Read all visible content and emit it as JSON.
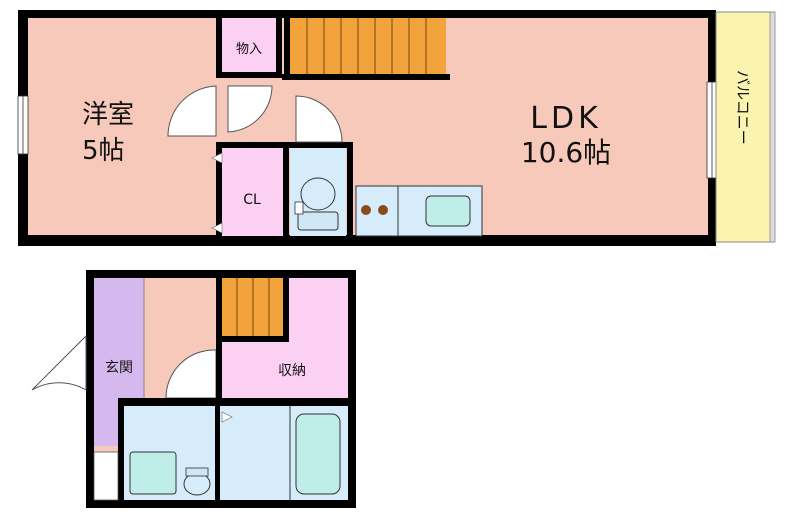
{
  "floor_upper": {
    "western_room": {
      "name": "洋室",
      "size": "5帖"
    },
    "storage": "物入",
    "closet": "CL",
    "ldk": {
      "name": "LDK",
      "size": "10.6帖"
    },
    "balcony": "バルコニー"
  },
  "floor_lower": {
    "entrance": "玄関",
    "storage": "収納"
  },
  "colors": {
    "wall": "#000000",
    "room_floor": "#f6c9bb",
    "storage_floor": "#fbd0f2",
    "entrance_floor": "#d5b9ee",
    "wet_area": "#d6ecfb",
    "stairs": "#f3a33b",
    "balcony": "#fbf3b0"
  }
}
